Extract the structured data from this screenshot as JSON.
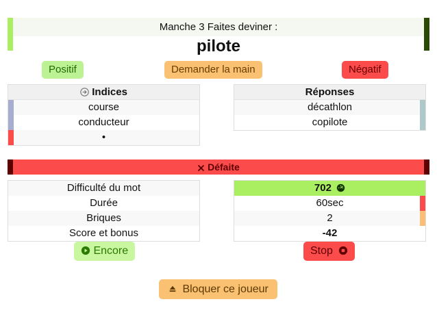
{
  "header": {
    "round_line": "Manche 3 Faites deviner :",
    "word": "pilote",
    "accent_left": "#aaee61",
    "accent_right": "#2b4a03"
  },
  "vote_buttons": [
    {
      "label": "Positif",
      "color": "#bdf294"
    },
    {
      "label": "Demander la main",
      "color": "#f9c171"
    },
    {
      "label": "Négatif",
      "color": "#fc4b4b"
    }
  ],
  "indices": {
    "title": "Indices",
    "icon": "circle-arrow-right-icon",
    "rows": [
      {
        "text": "course",
        "edge": "#a6adce"
      },
      {
        "text": "conducteur",
        "edge": "#a6adce"
      },
      {
        "text": "•",
        "edge": "#fc4b4b"
      }
    ]
  },
  "reponses": {
    "title": "Réponses",
    "rows": [
      {
        "text": "décathlon",
        "edge": "#aec9ca"
      },
      {
        "text": "copilote",
        "edge": "#aec9ca"
      }
    ]
  },
  "result": {
    "label": "Défaite",
    "icon": "times-icon",
    "bar_color": "#fc4b4b",
    "cap_color": "#5e0000"
  },
  "stats": {
    "labels": [
      "Difficulté du mot",
      "Durée",
      "Briques",
      "Score et bonus"
    ],
    "values": [
      {
        "text": "702",
        "icon": "tachometer-icon",
        "fill": "#aaee61",
        "edge": ""
      },
      {
        "text": "60sec",
        "icon": "",
        "fill": "",
        "edge": "#fc4b4b"
      },
      {
        "text": "2",
        "icon": "",
        "fill": "",
        "edge": "#fcbe77"
      },
      {
        "text": "-42",
        "icon": "",
        "fill": "",
        "edge": ""
      }
    ]
  },
  "actions": {
    "encore": {
      "label": "Encore",
      "icon": "play-circle-icon",
      "color": "#c8f7a0"
    },
    "stop": {
      "label": "Stop",
      "icon": "stop-circle-icon",
      "color": "#fc4b4b"
    },
    "block": {
      "label": "Bloquer ce joueur",
      "icon": "eject-icon",
      "color": "#f9c171"
    }
  }
}
